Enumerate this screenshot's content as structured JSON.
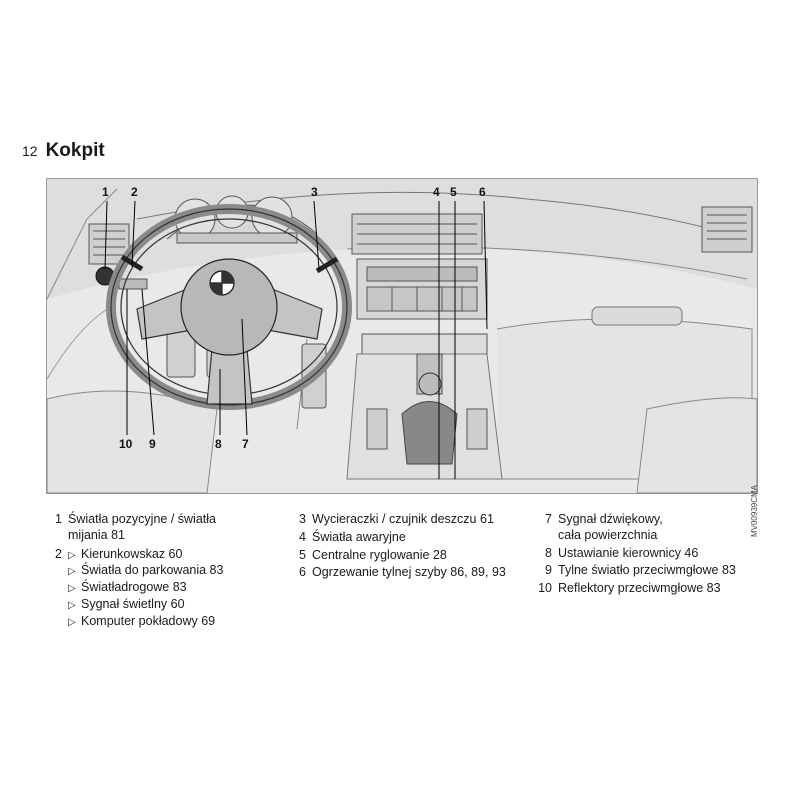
{
  "page": {
    "number": "12",
    "title": "Kokpit"
  },
  "figure": {
    "code": "MV00939CMA",
    "callouts": [
      "1",
      "2",
      "3",
      "4",
      "5",
      "6",
      "7",
      "8",
      "9",
      "10"
    ]
  },
  "legend": {
    "col1": [
      {
        "num": "1",
        "lines": [
          "Światła pozycyjne / światła",
          "mijania  81"
        ]
      },
      {
        "num": "2",
        "subs": [
          "Kierunkowskaz  60",
          "Światła do parkowania  83",
          "Światładrogowe  83",
          "Sygnał świetlny  60",
          "Komputer pokładowy  69"
        ]
      }
    ],
    "col2": [
      {
        "num": "3",
        "lines": [
          "Wycieraczki / czujnik deszczu  61"
        ]
      },
      {
        "num": "4",
        "lines": [
          "Światła awaryjne"
        ]
      },
      {
        "num": "5",
        "lines": [
          "Centralne ryglowanie  28"
        ]
      },
      {
        "num": "6",
        "lines": [
          "Ogrzewanie tylnej szyby  86, 89, 93"
        ]
      }
    ],
    "col3": [
      {
        "num": "7",
        "lines": [
          "Sygnał dźwiękowy,",
          "cała powierzchnia"
        ]
      },
      {
        "num": "8",
        "lines": [
          "Ustawianie kierownicy  46"
        ]
      },
      {
        "num": "9",
        "lines": [
          "Tylne światło przeciwmgłowe  83"
        ]
      },
      {
        "num": "10",
        "lines": [
          "Reflektory przeciwmgłowe  83"
        ]
      }
    ]
  }
}
